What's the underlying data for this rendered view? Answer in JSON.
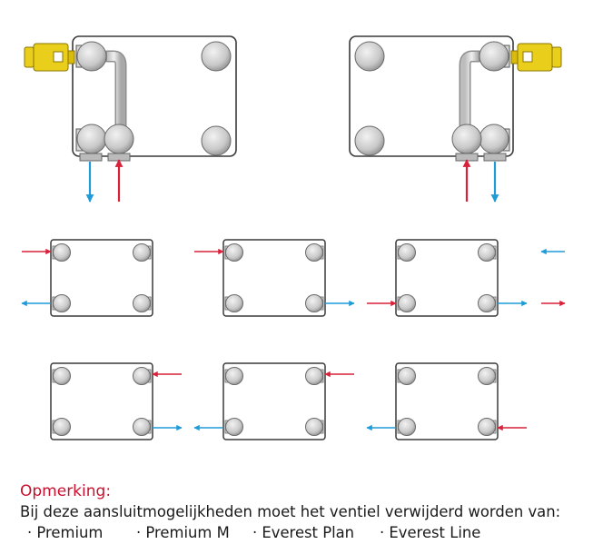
{
  "note": {
    "title": "Opmerking:",
    "text": "Bij deze aansluitmogelijkheden moet het ventiel verwijderd worden van:",
    "models": [
      "· Premium",
      "· Premium M",
      "· Everest Plan",
      "· Everest Line"
    ]
  },
  "colors": {
    "supply": "#d9213a",
    "return": "#1f9bd8",
    "valve": "#e9cf1c",
    "panel_outline": "#3a3a3a"
  }
}
